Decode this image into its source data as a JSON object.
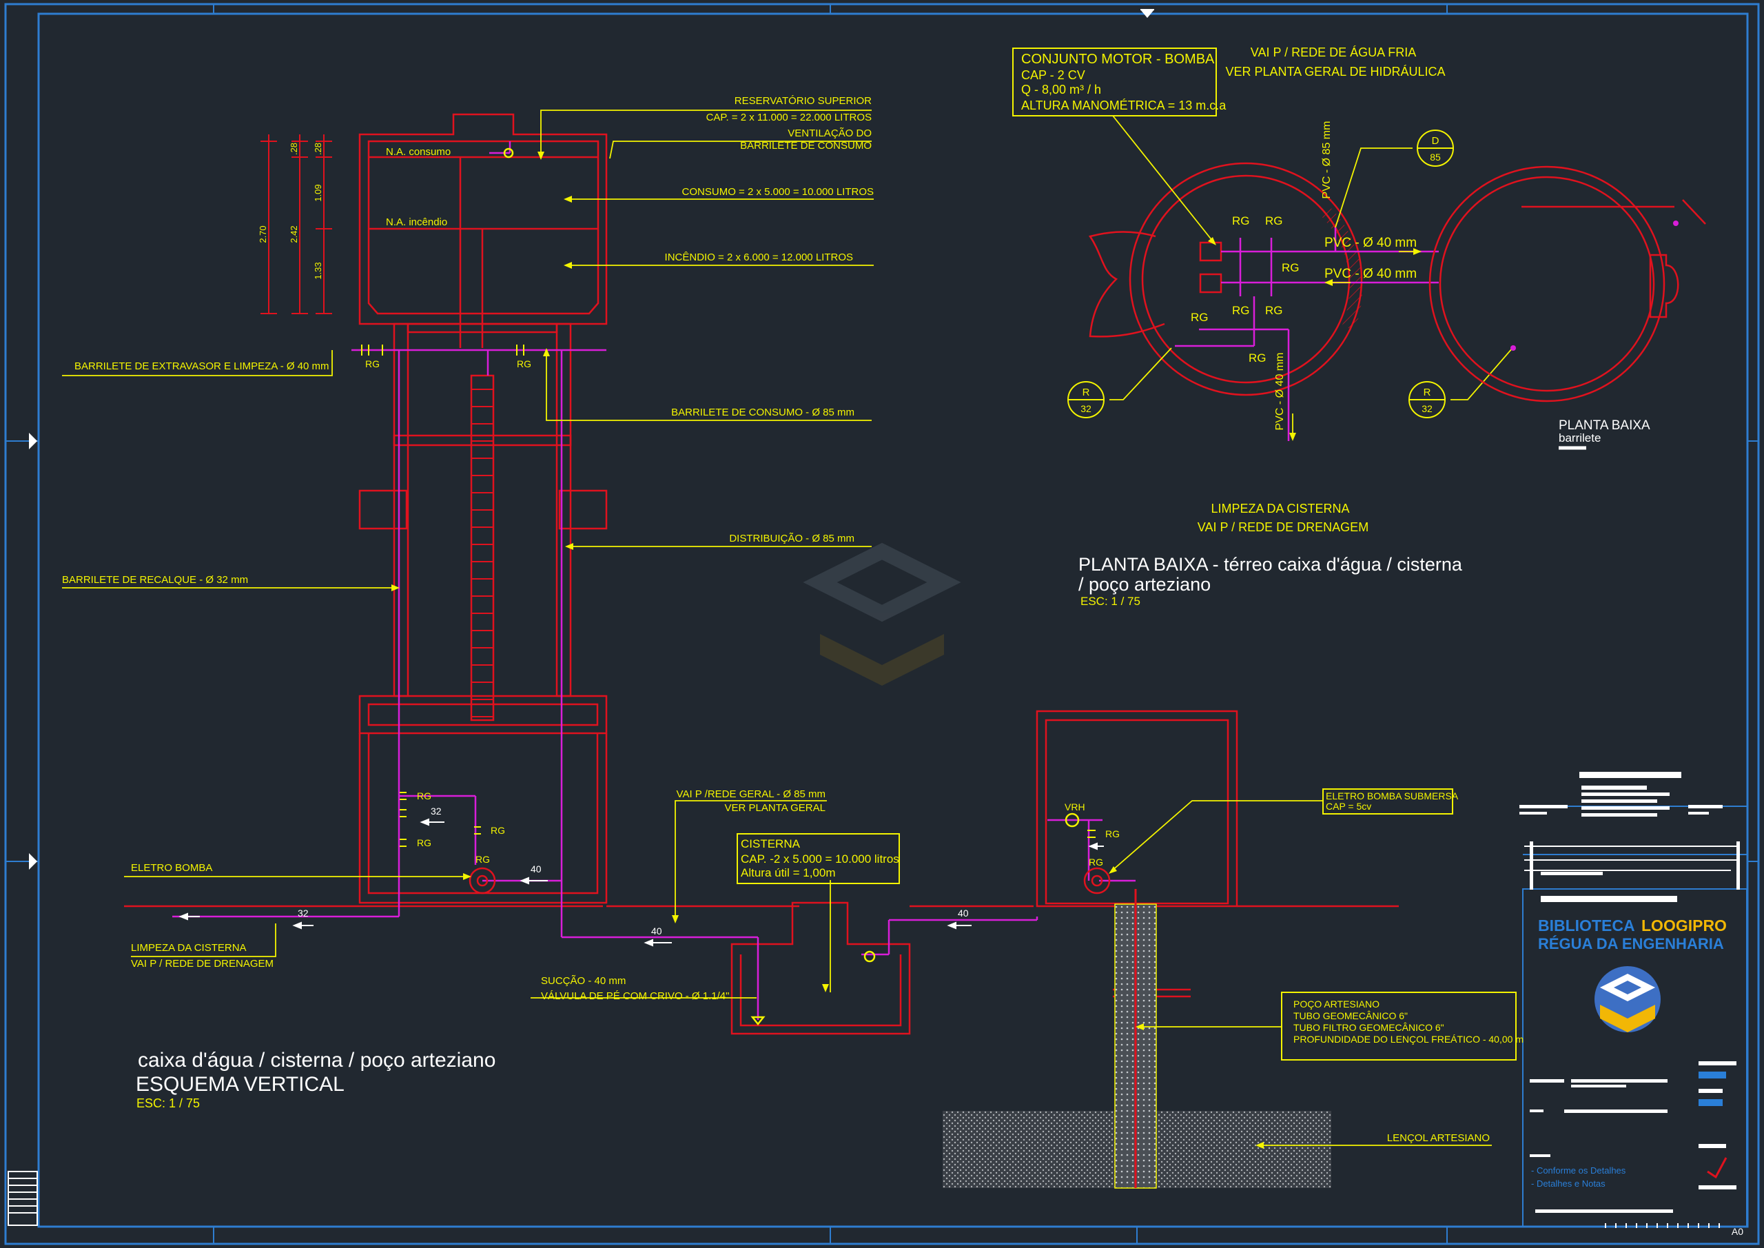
{
  "colors": {
    "background": "#212830",
    "frame": "#2e7dd0",
    "structure": "#e0121e",
    "pipe": "#d91ed9",
    "annotation": "#f4f400",
    "title": "#ffffff",
    "ground": "#9aa0a6"
  },
  "elevation": {
    "title": "caixa d'água / cisterna / poço arteziano",
    "subtitle": "ESQUEMA VERTICAL",
    "scale": "ESC: 1 / 75",
    "labels": {
      "reservatorio": "RESERVATÓRIO SUPERIOR",
      "cap_reservatorio": "CAP. = 2 x 11.000 = 22.000 LITROS",
      "ventilacao1": "VENTILAÇÃO DO",
      "ventilacao2": "BARRILETE DE CONSUMO",
      "consumo": "CONSUMO = 2 x 5.000 = 10.000 LITROS",
      "incendio": "INCÊNDIO = 2 x 6.000 = 12.000 LITROS",
      "na_consumo": "N.A. consumo",
      "na_incendio": "N.A. incêndio",
      "barrilete_extravasor": "BARRILETE DE EXTRAVASOR E LIMPEZA - Ø 40 mm",
      "barrilete_consumo": "BARRILETE DE CONSUMO - Ø 85 mm",
      "distribuicao": "DISTRIBUIÇÃO - Ø 85 mm",
      "barrilete_recalque": "BARRILETE DE RECALQUE - Ø 32 mm",
      "eletro_bomba": "ELETRO BOMBA",
      "limpeza1": "LIMPEZA DA CISTERNA",
      "limpeza2": "VAI P / REDE DE DRENAGEM",
      "vai_rede1": "VAI P /REDE GERAL - Ø 85 mm",
      "vai_rede2": "VER PLANTA GERAL",
      "cisterna": "CISTERNA",
      "cisterna_cap": "CAP. -2 x 5.000 = 10.000 litros",
      "cisterna_altura": "Altura útil = 1,00m",
      "succao": "SUCÇÃO - 40 mm",
      "valvula": "VÁLVULA DE PÉ COM CRIVO - Ø 1.1/4\"",
      "eletro_submersa1": "ELETRO BOMBA SUBMERSA",
      "eletro_submersa2": "CAP = 5cv",
      "poco1": "POÇO ARTESIANO",
      "poco2": "TUBO GEOMECÂNICO 6\"",
      "poco3": "TUBO FILTRO GEOMECÂNICO 6\"",
      "poco4": "PROFUNDIDADE DO LENÇOL FREÁTICO - 40,00 m",
      "lencol": "LENÇOL ARTESIANO",
      "vrh": "VRH",
      "rg": "RG",
      "dim_32": "32",
      "dim_40": "40",
      "dim_270": "2.70",
      "dim_242": "2.42",
      "dim_28a": ".28",
      "dim_28b": ".28",
      "dim_109": "1.09",
      "dim_133": "1.33"
    }
  },
  "plan": {
    "title1": "PLANTA BAIXA - térreo caixa d'água / cisterna",
    "title2": "/ poço arteziano",
    "scale": "ESC: 1 / 75",
    "motor_title": "CONJUNTO MOTOR - BOMBA",
    "motor_cap": "CAP - 2 CV",
    "motor_q": "Q - 8,00 m³ / h",
    "motor_alt": "ALTURA MANOMÉTRICA = 13 m.c.a",
    "vai_fria1": "VAI P / REDE DE ÁGUA FRIA",
    "vai_fria2": "VER PLANTA GERAL DE HIDRÁULICA",
    "pvc85": "PVC - Ø 85 mm",
    "pvc40": "PVC - Ø 40 mm",
    "limpeza1": "LIMPEZA DA CISTERNA",
    "limpeza2": "VAI P / REDE DE DRENAGEM",
    "d_tag": "D",
    "d_num": "85",
    "r_tag": "R",
    "r_num": "32",
    "rg": "RG",
    "barrilete_title": "PLANTA BAIXA",
    "barrilete_sub": "barrilete"
  },
  "title_block": {
    "brand1": "BIBLIOTECA",
    "brand2": "LOOGIPRO",
    "brand3": "RÉGUA DA ENGENHARIA",
    "note1": "- Conforme os Detalhes",
    "note2": "- Detalhes e Notas",
    "sheet": "A0"
  }
}
